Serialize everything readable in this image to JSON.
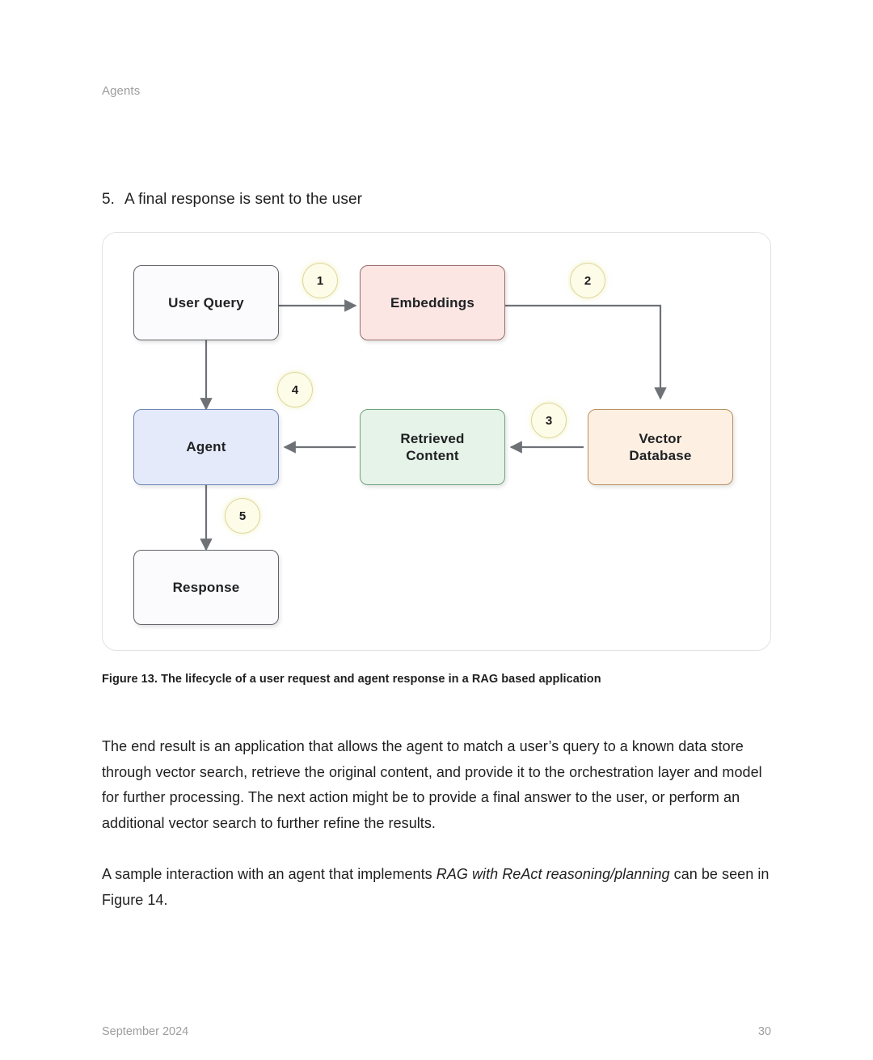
{
  "document": {
    "running_header": "Agents",
    "list_item": {
      "number": "5.",
      "text": "A final response is sent to the user"
    },
    "figure_caption": "Figure 13. The lifecycle of a user request and agent response in a RAG based application",
    "paragraphs": {
      "p1": "The end result is an application that allows the agent to match a user’s query to a known data store through vector search, retrieve the original content, and provide it to the orchestration layer and model for further processing. The next action might be to provide a final answer to the user, or perform an additional vector search to further refine the results.",
      "p2_before": "A sample interaction with an agent that implements ",
      "p2_italic": "RAG with ReAct reasoning/planning",
      "p2_after": " can be seen in Figure 14."
    },
    "footer": {
      "date": "September 2024",
      "page_number": "30"
    }
  },
  "diagram": {
    "nodes": {
      "user_query": "User Query",
      "embeddings": "Embeddings",
      "agent": "Agent",
      "retrieved_content_line1": "Retrieved",
      "retrieved_content_line2": "Content",
      "vector_database_line1": "Vector",
      "vector_database_line2": "Database",
      "response": "Response"
    },
    "badges": {
      "b1": "1",
      "b2": "2",
      "b3": "3",
      "b4": "4",
      "b5": "5"
    },
    "colors": {
      "plain_fill": "#fbfbfd",
      "pink_fill": "#fbe6e4",
      "blue_fill": "#e5eafb",
      "green_fill": "#e5f3e8",
      "orange_fill": "#fdf0e3",
      "badge_fill": "#fdfce9",
      "badge_border": "#ddd795",
      "connector": "#6e7277",
      "card_border": "#e3e3e3"
    },
    "edges": [
      {
        "from": "User Query",
        "to": "Embeddings",
        "step": "1"
      },
      {
        "from": "Embeddings",
        "to": "Vector Database",
        "step": "2"
      },
      {
        "from": "Vector Database",
        "to": "Retrieved Content",
        "step": "3"
      },
      {
        "from": "Retrieved Content",
        "to": "Agent",
        "step": "4"
      },
      {
        "from": "User Query",
        "to": "Agent",
        "step": ""
      },
      {
        "from": "Agent",
        "to": "Response",
        "step": "5"
      }
    ]
  }
}
